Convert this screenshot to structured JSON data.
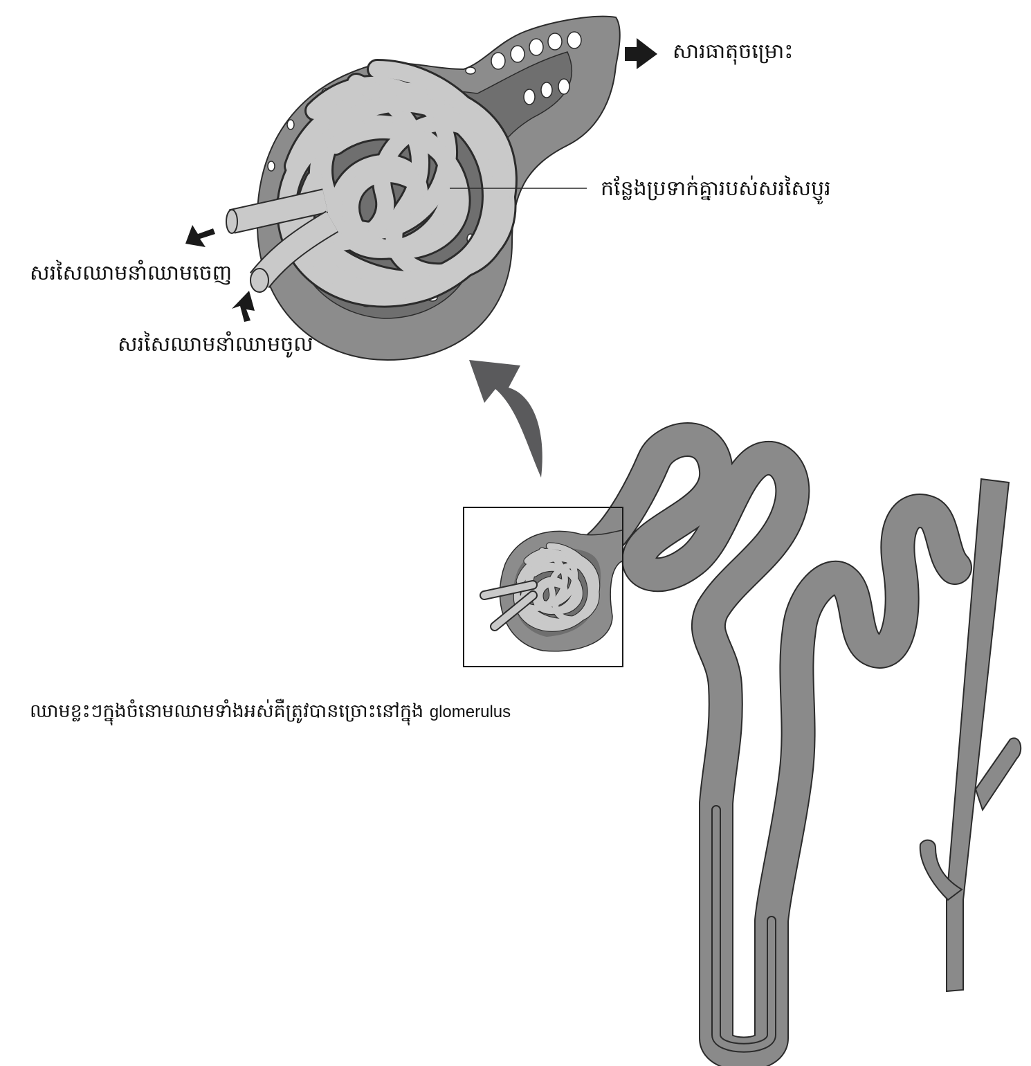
{
  "labels": {
    "waste": "សារធាតុចម្រោះ",
    "capillary_network": "កន្លែងប្រទាក់គ្នារបស់សរសៃប្ញូរ",
    "efferent_arteriole": "សរសៃឈាមនាំឈាមចេញ",
    "afferent_arteriole": "សរសៃឈាមនាំឈាមចូល"
  },
  "caption": {
    "khmer": "ឈាមខ្លះៗក្នុងចំនោមឈាមទាំងអស់គឺត្រូវបានច្រោះនៅក្នុង",
    "term": "glomerulus"
  },
  "colors": {
    "capsule": "#8c8c8c",
    "capsule_inner": "#6f6f6f",
    "capillary": "#c9c9c9",
    "tubule": "#8a8a8a",
    "arrow_black": "#1a1a1a",
    "arrow_gray": "#5a5a5c",
    "outline": "#2b2b2b"
  }
}
